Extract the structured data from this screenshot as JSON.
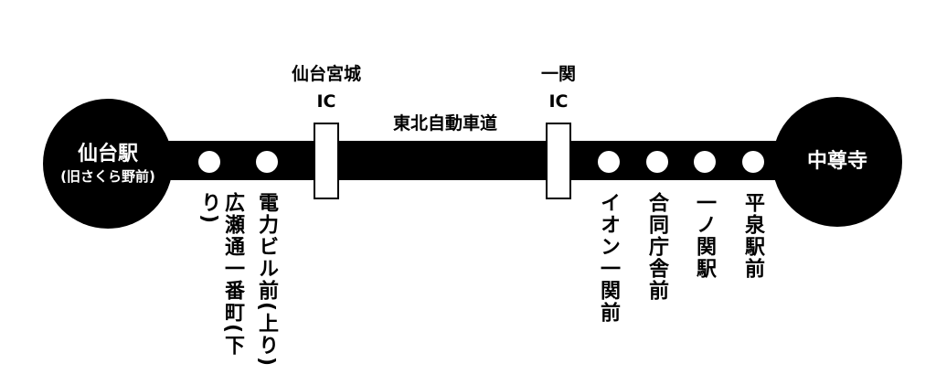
{
  "route": {
    "highway_label": "東北自動車道",
    "start": {
      "name": "仙台駅",
      "sub": "(旧さくら野前)"
    },
    "end": {
      "name": "中尊寺"
    },
    "interchanges": [
      {
        "name": "仙台宮城",
        "suffix": "IC"
      },
      {
        "name": "一関",
        "suffix": "IC"
      }
    ],
    "stops": [
      {
        "label": "広瀬通一番町(下り)"
      },
      {
        "label": "電力ビル前(上り)"
      },
      {
        "label": "イオン一関前"
      },
      {
        "label": "合同庁舎前"
      },
      {
        "label": "一ノ関駅"
      },
      {
        "label": "平泉駅前"
      }
    ]
  }
}
